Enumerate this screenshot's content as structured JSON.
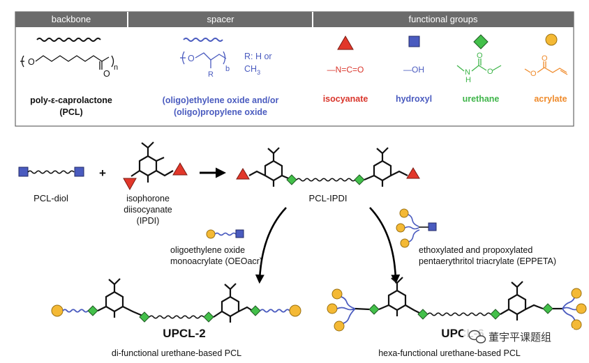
{
  "legend": {
    "backbone_header": "backbone",
    "spacer_header": "spacer",
    "functional_header": "functional groups",
    "backbone_o": "O",
    "backbone_carbonyl_o": "O",
    "backbone_n": "n",
    "backbone_name_line1": "poly-ε-caprolactone",
    "backbone_name_line2": "(PCL)",
    "spacer_o": "O",
    "spacer_r": "R",
    "spacer_b": "b",
    "spacer_r_def_line1": "R: H or",
    "spacer_r_def_line2": "CH",
    "spacer_r_def_sub": "3",
    "spacer_name_line1": "(oligo)ethylene oxide and/or",
    "spacer_name_line2": "(oligo)propylene oxide",
    "isocyanate_formula": "—N=C=O",
    "isocyanate_label": "isocyanate",
    "hydroxyl_formula": "—OH",
    "hydroxyl_label": "hydroxyl",
    "urethane_n": "N",
    "urethane_h": "H",
    "urethane_o_top": "O",
    "urethane_o_side": "O",
    "urethane_label": "urethane",
    "acrylate_o_top": "O",
    "acrylate_o_side": "O",
    "acrylate_label": "acrylate"
  },
  "scheme": {
    "plus": "+",
    "pcl_diol": "PCL-diol",
    "ipdi_line1": "isophorone",
    "ipdi_line2": "diisocyanate",
    "ipdi_line3": "(IPDI)",
    "pcl_ipdi": "PCL-IPDI",
    "oeoacr_line1": "oligoethylene oxide",
    "oeoacr_line2": "monoacrylate (OEOacr)",
    "eppeta_line1": "ethoxylated and propoxylated",
    "eppeta_line2": "pentaerythritol triacrylate (EPPETA)",
    "upcl2": "UPCL-2",
    "upcl2_desc": "di-functional urethane-based PCL",
    "upcl6": "UPCL-6",
    "upcl6_desc": "hexa-functional urethane-based PCL"
  },
  "watermark": "董宇平课题组",
  "colors": {
    "header_bg": "#6b6b6b",
    "hydroxyl": "#4a5bbf",
    "isocyanate": "#e2372a",
    "urethane": "#43c04a",
    "acrylate": "#f4b935",
    "spacer": "#4a5bbf"
  }
}
